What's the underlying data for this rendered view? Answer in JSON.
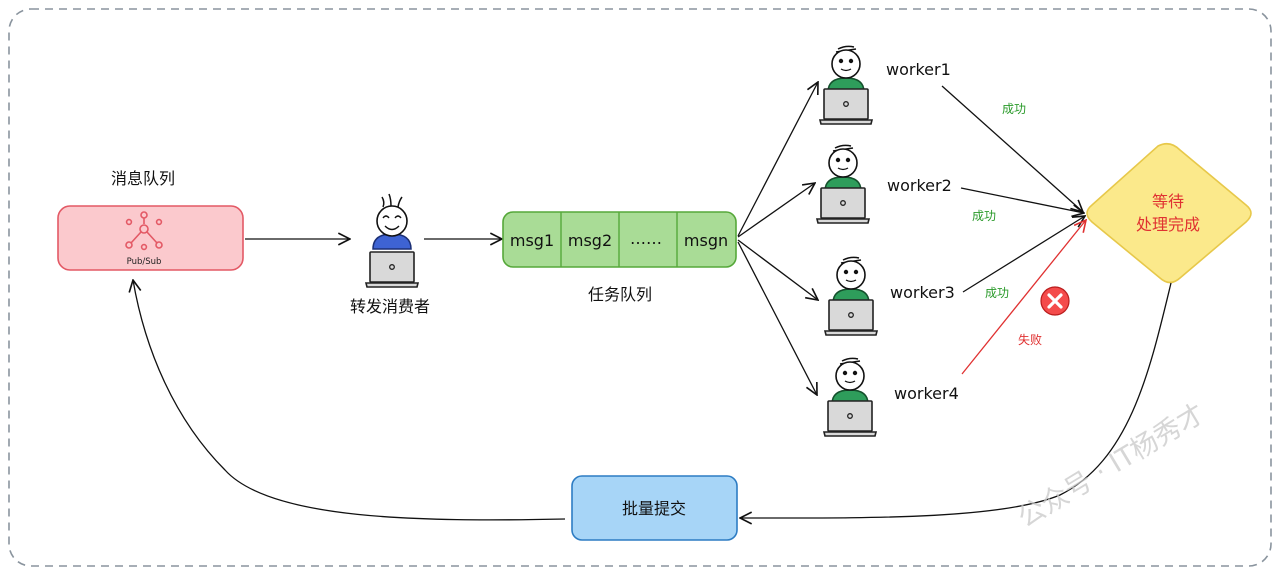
{
  "mq": {
    "title": "消息队列",
    "icon_name": "pubsub-icon",
    "caption": "Pub/Sub"
  },
  "forwarder": {
    "label": "转发消费者"
  },
  "task_queue": {
    "label": "任务队列",
    "cells": [
      "msg1",
      "msg2",
      "……",
      "msgn"
    ]
  },
  "workers": [
    {
      "label": "worker1"
    },
    {
      "label": "worker2"
    },
    {
      "label": "worker3"
    },
    {
      "label": "worker4"
    }
  ],
  "results": {
    "success": "成功",
    "fail": "失败",
    "fail_icon": "error-x-icon"
  },
  "wait_node": {
    "line1": "等待",
    "line2": "处理完成"
  },
  "batch": {
    "label": "批量提交"
  },
  "watermark": "公众号 · IT杨秀才",
  "colors": {
    "mq_fill": "#fbc9cd",
    "mq_stroke": "#e35965",
    "queue_fill": "#a9dc96",
    "queue_stroke": "#56a83a",
    "diamond_fill": "#fbe98b",
    "diamond_stroke": "#e7c84a",
    "batch_fill": "#a7d5f7",
    "batch_stroke": "#2d7cc3",
    "success_text": "#2a9a2a",
    "fail_text": "#e03131",
    "fail_arrow": "#e03131",
    "worker_shirt": "#2e9d5b",
    "forwarder_shirt": "#3e63d3"
  }
}
